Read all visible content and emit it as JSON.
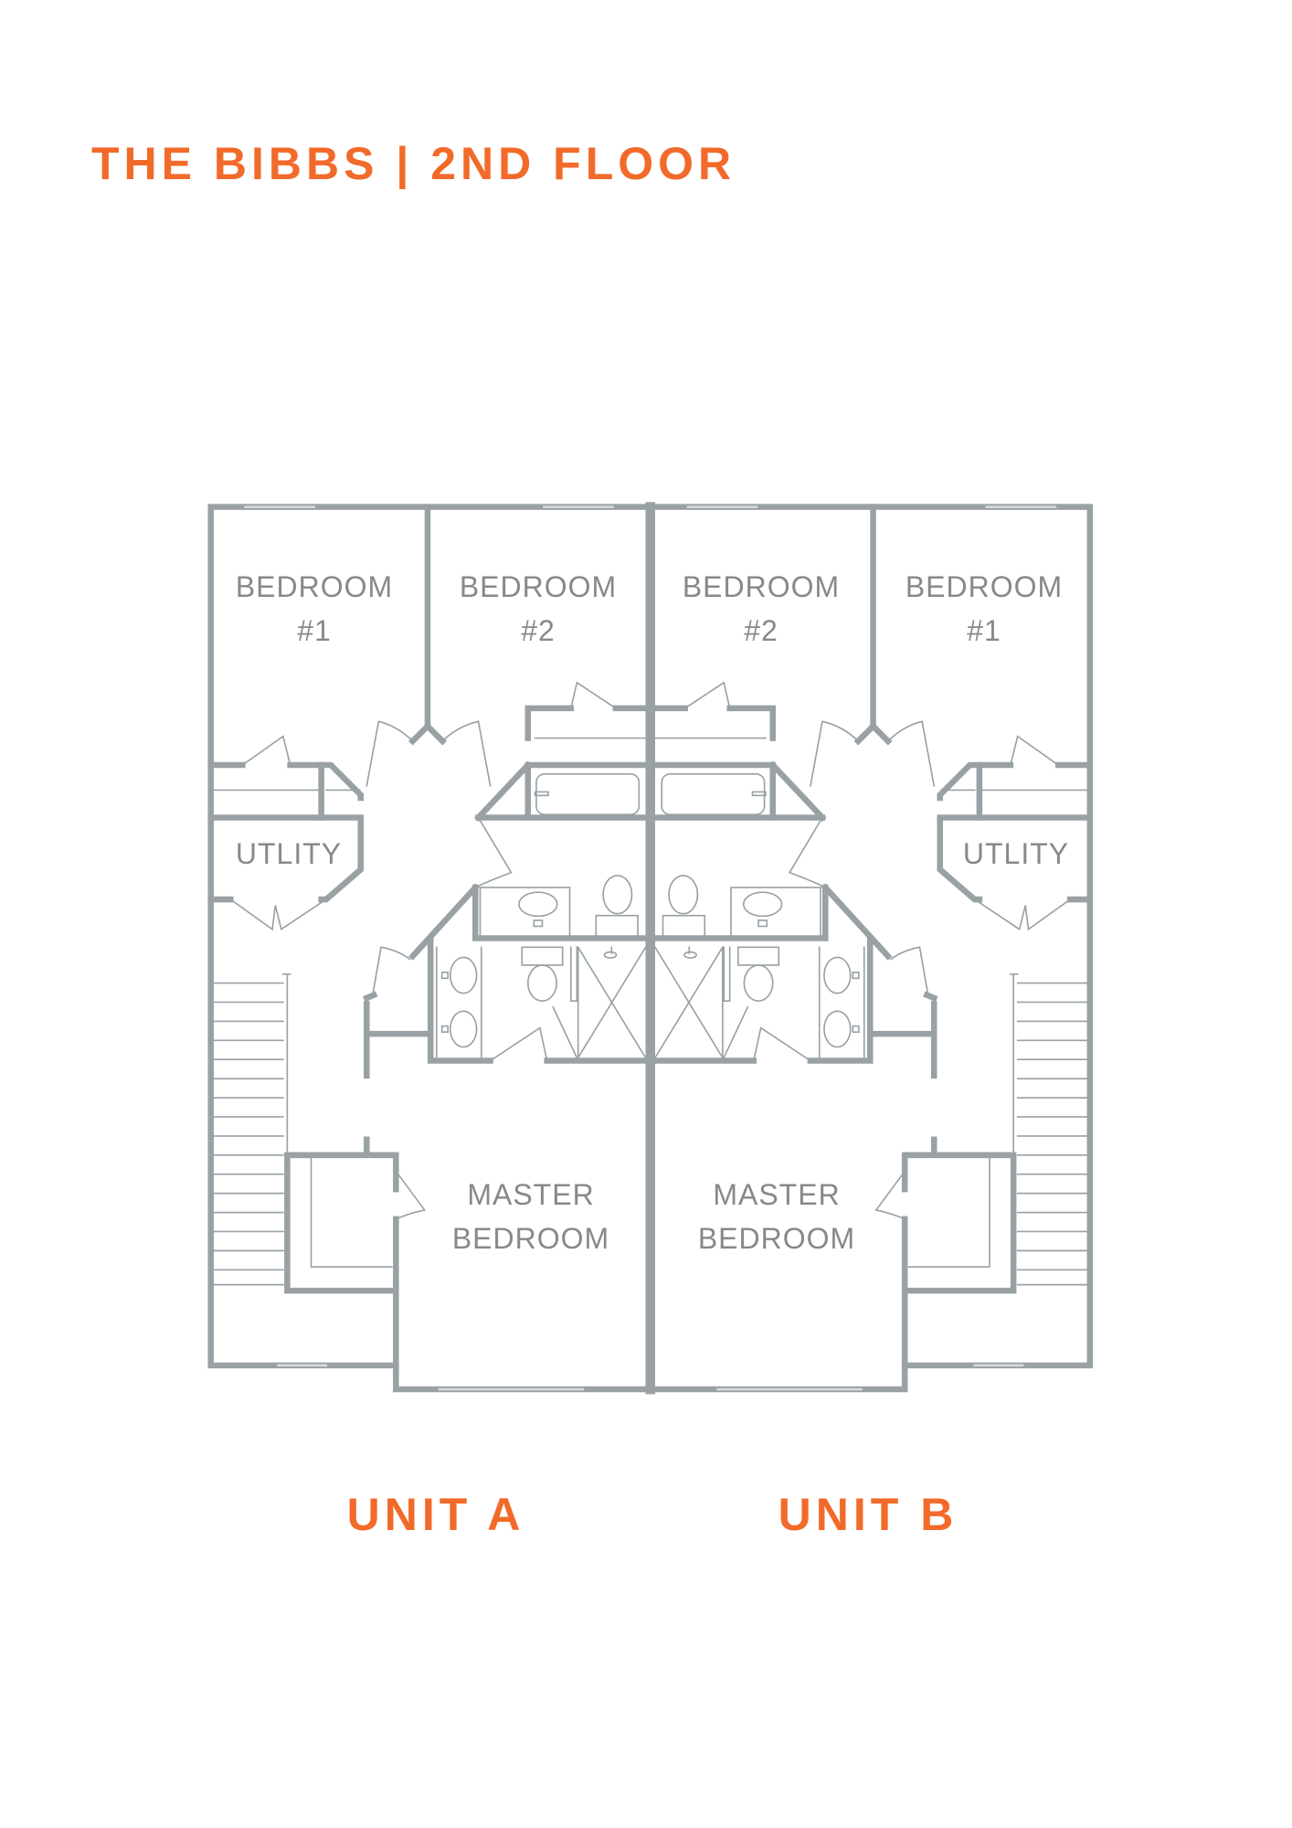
{
  "header": {
    "title": "THE BIBBS | 2ND FLOOR"
  },
  "colors": {
    "accent": "#f26a2a",
    "walls": "#99a1a5",
    "labels": "#85898c"
  },
  "plan": {
    "unit_a": {
      "label": "UNIT A",
      "rooms": {
        "bedroom1": {
          "line1": "BEDROOM",
          "line2": "#1"
        },
        "bedroom2": {
          "line1": "BEDROOM",
          "line2": "#2"
        },
        "utility": {
          "line1": "UTLITY"
        },
        "master": {
          "line1": "MASTER",
          "line2": "BEDROOM"
        }
      }
    },
    "unit_b": {
      "label": "UNIT B",
      "rooms": {
        "bedroom2": {
          "line1": "BEDROOM",
          "line2": "#2"
        },
        "bedroom1": {
          "line1": "BEDROOM",
          "line2": "#1"
        },
        "utility": {
          "line1": "UTLITY"
        },
        "master": {
          "line1": "MASTER",
          "line2": "BEDROOM"
        }
      }
    }
  }
}
